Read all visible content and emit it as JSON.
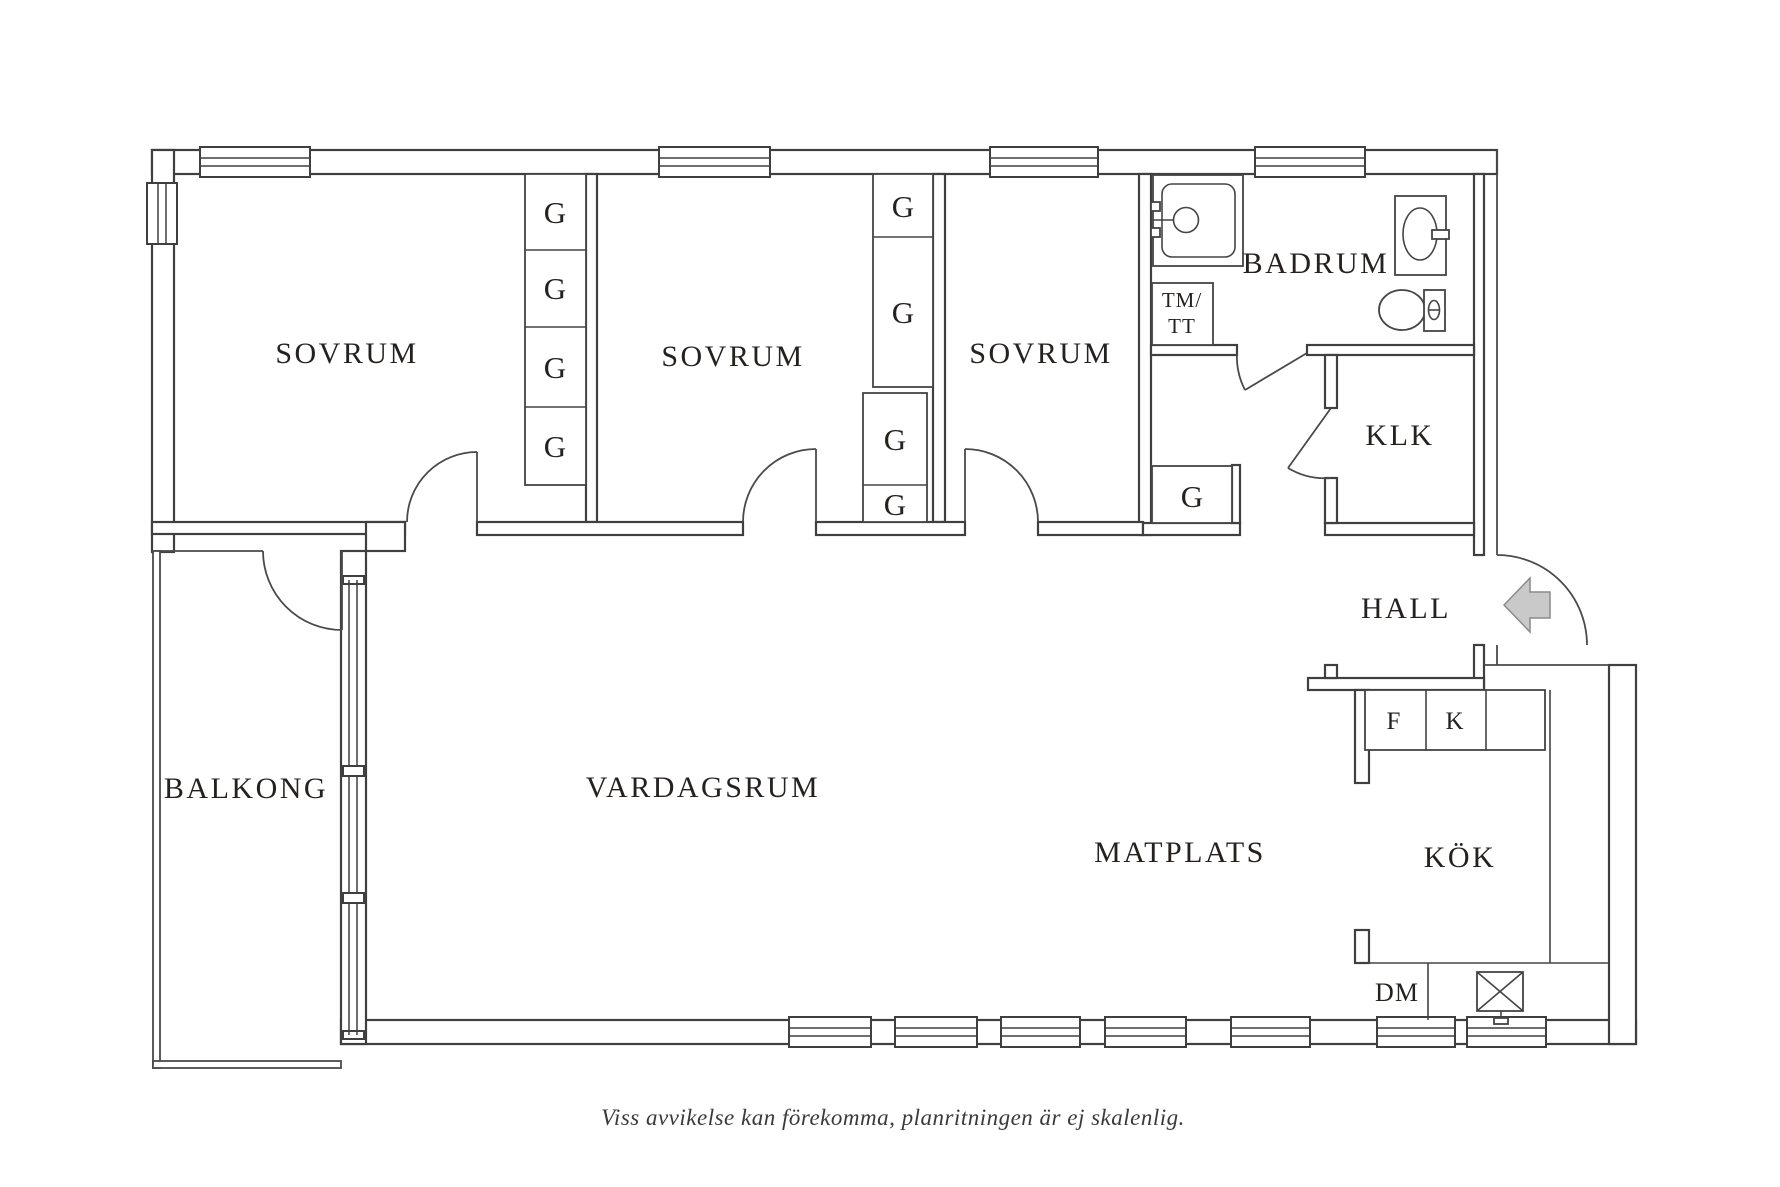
{
  "rooms": {
    "bedroom_1": "SOVRUM",
    "bedroom_2": "SOVRUM",
    "bedroom_3": "SOVRUM",
    "bathroom": "BADRUM",
    "walk_in_closet": "KLK",
    "hall": "HALL",
    "living_room": "VARDAGSRUM",
    "dining_area": "MATPLATS",
    "kitchen": "KÖK",
    "balcony": "BALKONG"
  },
  "fixtures": {
    "wardrobe": "G",
    "washer_dryer_line1": "TM/",
    "washer_dryer_line2": "TT",
    "freezer": "F",
    "fridge": "K",
    "dishwasher": "DM"
  },
  "caption": "Viss avvikelse kan förekomma, planritningen är ej skalenlig.",
  "colors": {
    "line": "#3f3f3f",
    "text": "#25211f",
    "arrow_fill": "#c9c9c9",
    "background": "#ffffff"
  }
}
